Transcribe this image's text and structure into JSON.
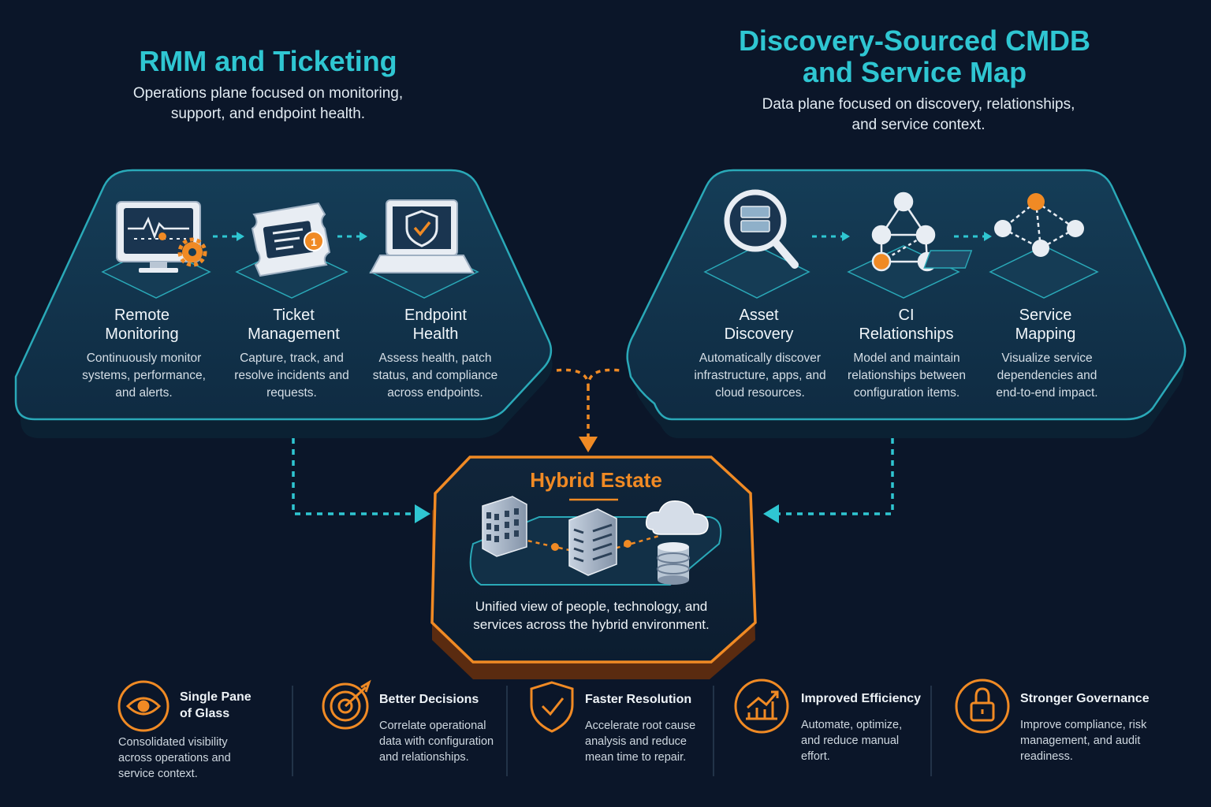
{
  "left_panel": {
    "title": "RMM and Ticketing",
    "subtitle": "Operations plane focused on monitoring, support, and endpoint health.",
    "items": [
      {
        "title": "Remote Monitoring",
        "desc": "Continuously monitor systems, performance, and alerts.",
        "icon": "monitor-gear-icon"
      },
      {
        "title": "Ticket Management",
        "desc": "Capture, track, and resolve incidents and requests.",
        "icon": "ticket-icon",
        "badge": "1"
      },
      {
        "title": "Endpoint Health",
        "desc": "Assess health, patch status, and compliance across endpoints.",
        "icon": "laptop-shield-icon"
      }
    ]
  },
  "right_panel": {
    "title": "Discovery-Sourced CMDB and Service Map",
    "subtitle": "Data plane focused on discovery, relationships, and service context.",
    "items": [
      {
        "title": "Asset Discovery",
        "desc": "Automatically discover infrastructure, apps, and cloud resources.",
        "icon": "magnifier-server-icon"
      },
      {
        "title": "CI Relationships",
        "desc": "Model and maintain relationships between configuration items.",
        "icon": "node-graph-icon"
      },
      {
        "title": "Service Mapping",
        "desc": "Visualize service dependencies and end-to-end impact.",
        "icon": "service-map-icon"
      }
    ]
  },
  "center": {
    "title": "Hybrid Estate",
    "desc": "Unified view of people, technology, and services across the hybrid environment.",
    "icons": [
      "office-building-icon",
      "datacenter-building-icon",
      "cloud-icon",
      "database-icon"
    ]
  },
  "benefits": [
    {
      "title": "Single Pane of Glass",
      "desc": "Consolidated visibility across operations and service context.",
      "icon": "eye-icon"
    },
    {
      "title": "Better Decisions",
      "desc": "Correlate operational data with configuration and relationships.",
      "icon": "target-icon"
    },
    {
      "title": "Faster Resolution",
      "desc": "Accelerate root cause analysis and reduce mean time to repair.",
      "icon": "shield-check-icon"
    },
    {
      "title": "Improved Efficiency",
      "desc": "Automate, optimize, and reduce manual effort.",
      "icon": "chart-growth-icon"
    },
    {
      "title": "Stronger Governance",
      "desc": "Improve compliance, risk management, and audit readiness.",
      "icon": "padlock-icon"
    }
  ],
  "colors": {
    "background": "#0b1629",
    "teal": "#2fc6d2",
    "orange": "#f08a24",
    "panel": "#123047"
  }
}
